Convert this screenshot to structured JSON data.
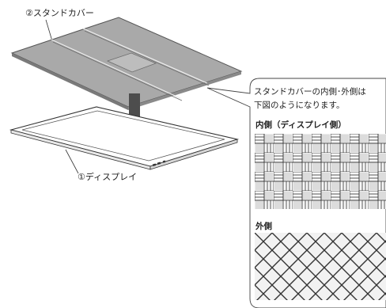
{
  "labels": {
    "cover": "②スタンドカバー",
    "display": "①ディスプレイ"
  },
  "callout": {
    "line1": "スタンドカバーの内側･外側は",
    "line2": "下図のようになります。",
    "inner_heading": "内側（ディスプレイ側）",
    "outer_heading": "外側"
  },
  "icons": {
    "arrow": "down-arrow-icon"
  },
  "colors": {
    "cover_fill": "#a8a8a8",
    "arrow": "#4d4d4d",
    "pattern_line": "#333333"
  }
}
